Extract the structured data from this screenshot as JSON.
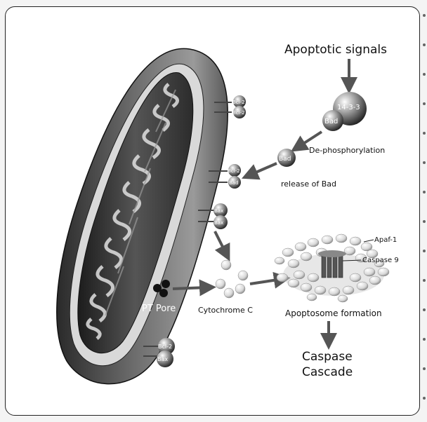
{
  "signals": "Apoptotic signals",
  "complex_top": "14-3-3",
  "complex_bad": "Bad",
  "dephos": "De-phosphorylation",
  "free_bad": "Bad",
  "release": "release of Bad",
  "bcl2_a": "Bcl-2",
  "bcl2_b": "Bcl-2",
  "bcl2_c": "Bcl-2",
  "bad_bound": "Bad",
  "bax_a": "Bax",
  "bax_b": "Bax",
  "bcl2_d": "Bcl-2",
  "bax_c": "Bax",
  "pt_pore": "PT Pore",
  "cyto_c": "Cytochrome C",
  "apaf": "Apaf-1",
  "casp9": "Caspase 9",
  "apopto": "Apoptosome formation",
  "cascade_1": "Caspase",
  "cascade_2": "Cascade"
}
